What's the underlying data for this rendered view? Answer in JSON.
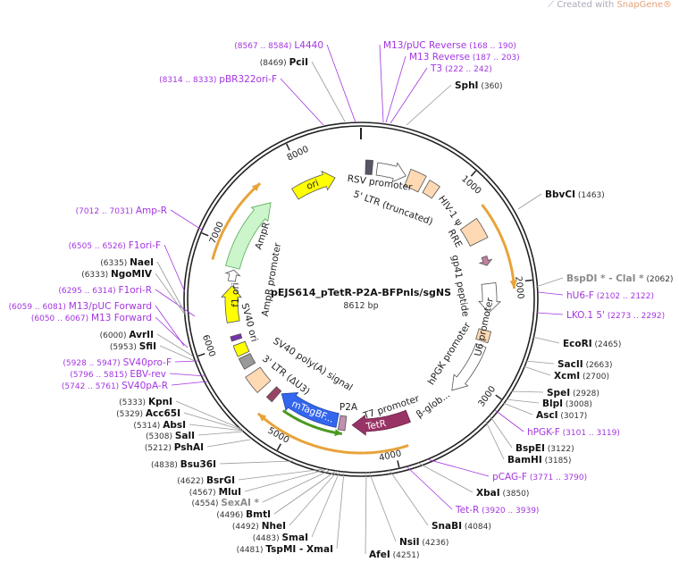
{
  "watermark": {
    "prefix": "Created with ",
    "brand": "SnapGene®"
  },
  "plasmid": {
    "name": "pEJS614_pTetR-P2A-BFPnls/sgNS",
    "length": "8612 bp",
    "total_bp": 8612
  },
  "ticks": [
    "1000",
    "2000",
    "3000",
    "4000",
    "5000",
    "6000",
    "7000",
    "8000"
  ],
  "colors": {
    "primer": "#a335e0",
    "enzyme": "#111111",
    "nonunique": "#8a8a8a",
    "backbone": "#222222"
  },
  "features": [
    {
      "label": "ori",
      "color": "#ffff00"
    },
    {
      "label": "RSV promoter",
      "color": "#ffffff"
    },
    {
      "label": "5' LTR (truncated)",
      "color": "#ffd9b3"
    },
    {
      "label": "HIV-1 ψ",
      "color": "#ffd9b3"
    },
    {
      "label": "RRE",
      "color": "#ffd9b3"
    },
    {
      "label": "gp41 peptide",
      "color": "#c080a0"
    },
    {
      "label": "U6 promoter",
      "color": "#ffffff"
    },
    {
      "label": "hPGK promoter",
      "color": "#ffffff"
    },
    {
      "label": "β-glob...",
      "color": "#ffffff"
    },
    {
      "label": "T7 promoter",
      "color": "#ffffff"
    },
    {
      "label": "TetR",
      "color": "#993366"
    },
    {
      "label": "P2A",
      "color": "#c090b0"
    },
    {
      "label": "mTagBF...",
      "color": "#3366ee"
    },
    {
      "label": "3' LTR (ΔU3)",
      "color": "#ffd9b3"
    },
    {
      "label": "SV40 poly(A) signal",
      "color": "#999999"
    },
    {
      "label": "SV40 ori",
      "color": "#ffff00"
    },
    {
      "label": "f1 ori",
      "color": "#ffff00"
    },
    {
      "label": "AmpR promoter",
      "color": "#ffffff"
    },
    {
      "label": "AmpR",
      "color": "#ccf5cc"
    }
  ],
  "sites": [
    {
      "name": "L4440",
      "pos": "(8567 .. 8584)",
      "kind": "primer"
    },
    {
      "name": "PciI",
      "pos": "(8469)",
      "kind": "enzyme"
    },
    {
      "name": "pBR322ori-F",
      "pos": "(8314 .. 8333)",
      "kind": "primer"
    },
    {
      "name": "M13/pUC Reverse",
      "pos": "(168 .. 190)",
      "kind": "primer"
    },
    {
      "name": "M13 Reverse",
      "pos": "(187 .. 203)",
      "kind": "primer"
    },
    {
      "name": "T3",
      "pos": "(222 .. 242)",
      "kind": "primer"
    },
    {
      "name": "SphI",
      "pos": "(360)",
      "kind": "enzyme"
    },
    {
      "name": "BbvCI",
      "pos": "(1463)",
      "kind": "enzyme"
    },
    {
      "name": "BspDI * - ClaI *",
      "pos": "(2062)",
      "kind": "nonunique"
    },
    {
      "name": "hU6-F",
      "pos": "(2102 .. 2122)",
      "kind": "primer"
    },
    {
      "name": "LKO.1 5'",
      "pos": "(2273 .. 2292)",
      "kind": "primer"
    },
    {
      "name": "EcoRI",
      "pos": "(2465)",
      "kind": "enzyme"
    },
    {
      "name": "SacII",
      "pos": "(2663)",
      "kind": "enzyme"
    },
    {
      "name": "XcmI",
      "pos": "(2700)",
      "kind": "enzyme"
    },
    {
      "name": "SpeI",
      "pos": "(2928)",
      "kind": "enzyme"
    },
    {
      "name": "BlpI",
      "pos": "(3008)",
      "kind": "enzyme"
    },
    {
      "name": "AscI",
      "pos": "(3017)",
      "kind": "enzyme"
    },
    {
      "name": "hPGK-F",
      "pos": "(3101 .. 3119)",
      "kind": "primer"
    },
    {
      "name": "BspEI",
      "pos": "(3122)",
      "kind": "enzyme"
    },
    {
      "name": "BamHI",
      "pos": "(3185)",
      "kind": "enzyme"
    },
    {
      "name": "pCAG-F",
      "pos": "(3771 .. 3790)",
      "kind": "primer"
    },
    {
      "name": "XbaI",
      "pos": "(3850)",
      "kind": "enzyme"
    },
    {
      "name": "Tet-R",
      "pos": "(3920 .. 3939)",
      "kind": "primer"
    },
    {
      "name": "SnaBI",
      "pos": "(4084)",
      "kind": "enzyme"
    },
    {
      "name": "NsiI",
      "pos": "(4236)",
      "kind": "enzyme"
    },
    {
      "name": "AfeI",
      "pos": "(4251)",
      "kind": "enzyme"
    },
    {
      "name": "TspMI  - XmaI",
      "pos": "(4481)",
      "kind": "enzyme"
    },
    {
      "name": "SmaI",
      "pos": "(4483)",
      "kind": "enzyme"
    },
    {
      "name": "NheI",
      "pos": "(4492)",
      "kind": "enzyme"
    },
    {
      "name": "BmtI",
      "pos": "(4496)",
      "kind": "enzyme"
    },
    {
      "name": "SexAI *",
      "pos": "(4554)",
      "kind": "nonunique"
    },
    {
      "name": "MluI",
      "pos": "(4567)",
      "kind": "enzyme"
    },
    {
      "name": "BsrGI",
      "pos": "(4622)",
      "kind": "enzyme"
    },
    {
      "name": "Bsu36I",
      "pos": "(4838)",
      "kind": "enzyme"
    },
    {
      "name": "PshAI",
      "pos": "(5212)",
      "kind": "enzyme"
    },
    {
      "name": "SalI",
      "pos": "(5308)",
      "kind": "enzyme"
    },
    {
      "name": "AbsI",
      "pos": "(5314)",
      "kind": "enzyme"
    },
    {
      "name": "Acc65I",
      "pos": "(5329)",
      "kind": "enzyme"
    },
    {
      "name": "KpnI",
      "pos": "(5333)",
      "kind": "enzyme"
    },
    {
      "name": "SV40pA-R",
      "pos": "(5742 .. 5761)",
      "kind": "primer"
    },
    {
      "name": "EBV-rev",
      "pos": "(5796 .. 5815)",
      "kind": "primer"
    },
    {
      "name": "SV40pro-F",
      "pos": "(5928 .. 5947)",
      "kind": "primer"
    },
    {
      "name": "SfiI",
      "pos": "(5953)",
      "kind": "enzyme"
    },
    {
      "name": "AvrII",
      "pos": "(6000)",
      "kind": "enzyme"
    },
    {
      "name": "M13 Forward",
      "pos": "(6050 .. 6067)",
      "kind": "primer"
    },
    {
      "name": "M13/pUC Forward",
      "pos": "(6059 .. 6081)",
      "kind": "primer"
    },
    {
      "name": "F1ori-R",
      "pos": "(6295 .. 6314)",
      "kind": "primer"
    },
    {
      "name": "NgoMIV",
      "pos": "(6333)",
      "kind": "enzyme"
    },
    {
      "name": "NaeI",
      "pos": "(6335)",
      "kind": "enzyme"
    },
    {
      "name": "F1ori-F",
      "pos": "(6505 .. 6526)",
      "kind": "primer"
    },
    {
      "name": "Amp-R",
      "pos": "(7012 .. 7031)",
      "kind": "primer"
    }
  ]
}
